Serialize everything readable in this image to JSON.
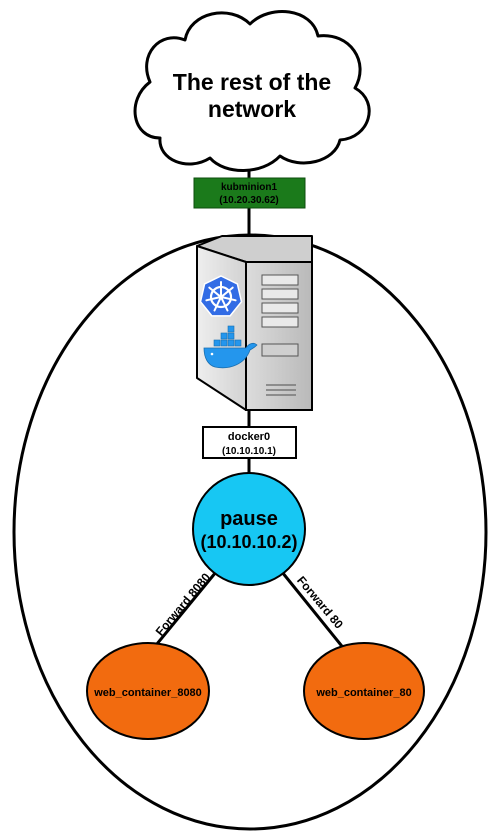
{
  "cloud": {
    "line1": "The rest of the",
    "line2": "network"
  },
  "host_interface": {
    "name": "kubminion1",
    "ip": "(10.20.30.62)"
  },
  "server": {
    "icons": [
      "kubernetes-icon",
      "docker-whale-icon"
    ]
  },
  "bridge": {
    "name": "docker0",
    "ip": "(10.10.10.1)"
  },
  "pause": {
    "name": "pause",
    "ip": "(10.10.10.2)"
  },
  "links": {
    "left": "Forward 8080",
    "right": "Forward 80"
  },
  "containers": [
    {
      "name": "web_container_8080"
    },
    {
      "name": "web_container_80"
    }
  ],
  "colors": {
    "host_interface_fill": "#1b7a1b",
    "pause_fill": "#17c7f3",
    "container_fill": "#f26b0f",
    "kubernetes_blue": "#326ce5",
    "docker_blue": "#2496ed"
  }
}
